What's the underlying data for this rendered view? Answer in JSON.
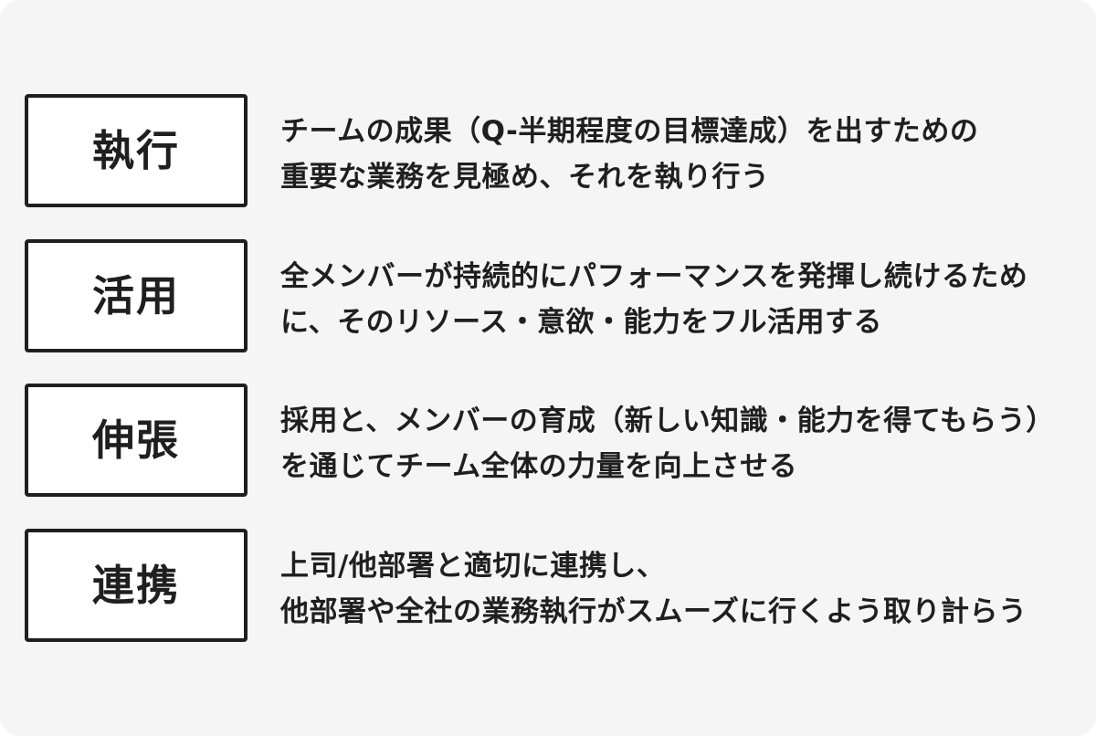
{
  "items": [
    {
      "term": "執行",
      "lines": [
        "チームの成果（Q-半期程度の目標達成）を出すための",
        "重要な業務を見極め、それを執り行う"
      ]
    },
    {
      "term": "活用",
      "lines": [
        "全メンバーが持続的にパフォーマンスを発揮し続けるため",
        "に、そのリソース・意欲・能力をフル活用する"
      ]
    },
    {
      "term": "伸張",
      "lines": [
        "採用と、メンバーの育成（新しい知識・能力を得てもらう）",
        "を通じてチーム全体の力量を向上させる"
      ]
    },
    {
      "term": "連携",
      "lines": [
        "上司/他部署と適切に連携し、",
        "他部署や全社の業務執行がスムーズに行くよう取り計らう"
      ]
    }
  ]
}
